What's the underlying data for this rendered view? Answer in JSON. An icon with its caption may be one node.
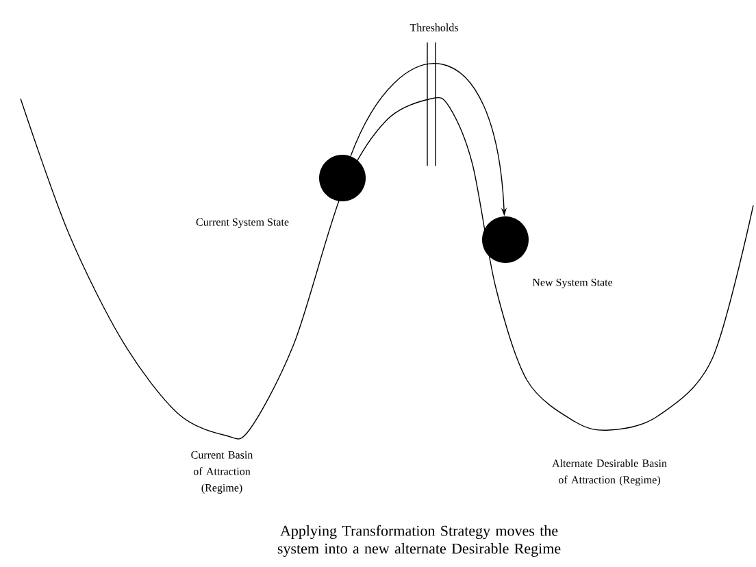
{
  "diagram": {
    "caption": "Applying Transformation Strategy moves the system into a new alternate Desirable Regime",
    "nodes": [
      {
        "text": [],
        "shape": "circle",
        "beside": [
          "Current System State"
        ]
      },
      {
        "text": [],
        "shape": "circle",
        "beside": [
          "New System State"
        ]
      }
    ],
    "edges": [
      {
        "from": 0,
        "to": 1,
        "arrow": "to"
      }
    ],
    "labels": [
      "Thresholds",
      "Current Basin of Attraction (Regime)",
      "Alternate Desirable Basin of Attraction (Regime)"
    ]
  }
}
